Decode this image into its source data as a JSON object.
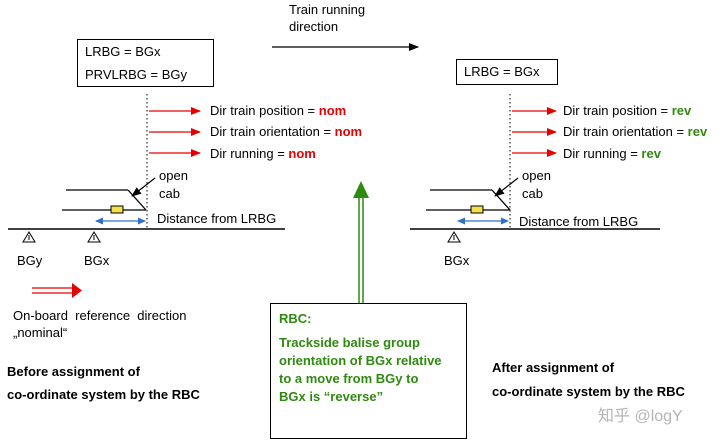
{
  "colors": {
    "red": "#e60000",
    "green": "#2e8b10",
    "blue": "#2f6fd0",
    "yellow": "#f5e04a",
    "black": "#000000"
  },
  "header": {
    "direction_line1": "Train running",
    "direction_line2": "direction"
  },
  "left": {
    "box_line1": "LRBG = BGx",
    "box_line2": "PRVLRBG = BGy",
    "dir1_label": "Dir train position = ",
    "dir1_value": "nom",
    "dir2_label": "Dir train orientation = ",
    "dir2_value": "nom",
    "dir3_label": "Dir running = ",
    "dir3_value": "nom",
    "open_cab_1": "open",
    "open_cab_2": "cab",
    "distance": "Distance from LRBG",
    "balise_y": "BGy",
    "balise_x": "BGx",
    "ref_line1": "On-board  reference  direction",
    "ref_line2": "„nominal“",
    "caption_line1": "Before assignment of",
    "caption_line2": "co-ordinate system by the RBC"
  },
  "right": {
    "box_line1": "LRBG = BGx",
    "dir1_label": "Dir train position = ",
    "dir1_value": "rev",
    "dir2_label": "Dir train orientation = ",
    "dir2_value": "rev",
    "dir3_label": "Dir running = ",
    "dir3_value": "rev",
    "open_cab_1": "open",
    "open_cab_2": "cab",
    "distance": "Distance from LRBG",
    "balise_x": "BGx",
    "caption_line1": "After assignment of",
    "caption_line2": "co-ordinate system by the RBC"
  },
  "rbc": {
    "title": "RBC:",
    "line1": "Trackside balise group",
    "line2": "orientation of BGx relative",
    "line3": "to a move from BGy to",
    "line4": "BGx is “reverse”"
  },
  "watermark": "知乎 @logY"
}
